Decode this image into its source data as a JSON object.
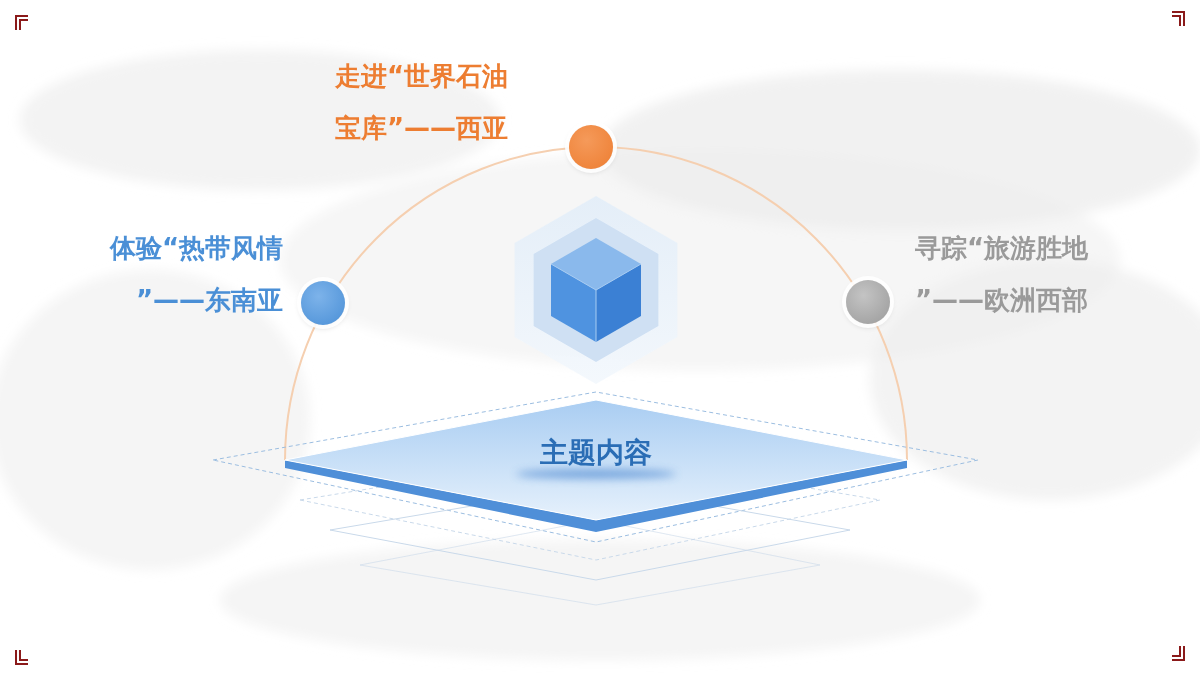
{
  "diagram": {
    "nodes": [
      {
        "text": [
          "走进“世界石油 宝库”——西亚"
        ]
      },
      {
        "text": [
          "体验“热带风情 ”——东南亚"
        ]
      },
      {
        "text": [
          "寻踪“旅游胜地 ”——欧洲西部"
        ]
      },
      {
        "text": [
          "主题内容"
        ]
      }
    ]
  }
}
